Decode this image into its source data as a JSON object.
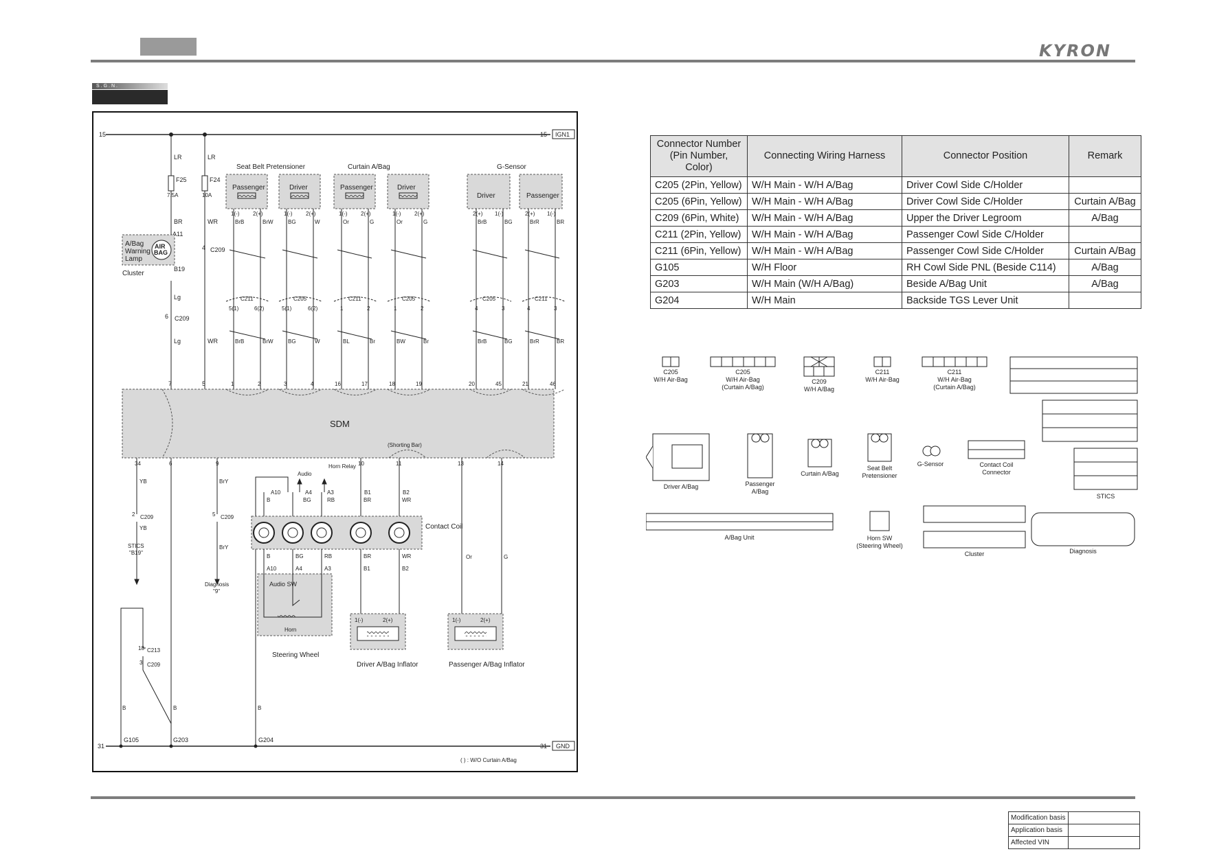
{
  "header": {
    "brand": "KYRON",
    "section_tag": "S.G.N."
  },
  "diagram": {
    "wire_15": "15",
    "ign_label": "IGN1",
    "wire_31": "31",
    "gnd_label": "GND",
    "fuses": [
      {
        "name": "F25",
        "rating": "7.5A"
      },
      {
        "name": "F24",
        "rating": "10A"
      }
    ],
    "group_labels": {
      "pretensioner": "Seat Belt Pretensioner",
      "curtain": "Curtain A/Bag",
      "gsensor": "G-Sensor"
    },
    "components": [
      "Passenger",
      "Driver",
      "Passenger",
      "Driver",
      "Driver",
      "Passenger"
    ],
    "warning_lamp": "A/Bag Warning Lamp",
    "airbag_icon": "AIR BAG",
    "cluster": "Cluster",
    "sdm": "SDM",
    "shorting_bar": "(Shorting Bar)",
    "stics": "STICS",
    "stics_pin": "\"B19\"",
    "diagnosis": "Diagnosis",
    "diagnosis_pin": "\"9\"",
    "audio": "Audio",
    "horn_relay": "Horn Relay",
    "contact_coil": "Contact Coil",
    "audio_sw": "Audio SW",
    "horn": "Horn",
    "steering_wheel": "Steering Wheel",
    "driver_inflator": "Driver A/Bag Inflator",
    "passenger_inflator": "Passenger A/Bag Inflator",
    "grounds": [
      "G105",
      "G203",
      "G204"
    ],
    "footnote": "( ) : W/O Curtain A/Bag",
    "connectors": [
      "C211",
      "C205",
      "C211",
      "C205",
      "C205",
      "C211",
      "C209",
      "C213"
    ]
  },
  "connector_table": {
    "headers": [
      "Connector Number (Pin Number, Color)",
      "Connecting Wiring Harness",
      "Connector Position",
      "Remark"
    ],
    "rows": [
      [
        "C205 (2Pin, Yellow)",
        "W/H Main - W/H A/Bag",
        "Driver Cowl Side C/Holder",
        ""
      ],
      [
        "C205 (6Pin, Yellow)",
        "W/H Main - W/H A/Bag",
        "Driver Cowl Side C/Holder",
        "Curtain A/Bag"
      ],
      [
        "C209 (6Pin, White)",
        "W/H Main - W/H A/Bag",
        "Upper the Driver Legroom",
        "A/Bag"
      ],
      [
        "C211 (2Pin, Yellow)",
        "W/H Main - W/H A/Bag",
        "Passenger Cowl Side C/Holder",
        ""
      ],
      [
        "C211 (6Pin, Yellow)",
        "W/H Main - W/H A/Bag",
        "Passenger Cowl Side C/Holder",
        "Curtain A/Bag"
      ],
      [
        "G105",
        "W/H Floor",
        "RH Cowl Side PNL (Beside C114)",
        "A/Bag"
      ],
      [
        "G203",
        "W/H Main (W/H A/Bag)",
        "Beside A/Bag Unit",
        "A/Bag"
      ],
      [
        "G204",
        "W/H Main",
        "Backside TGS Lever Unit",
        ""
      ]
    ]
  },
  "connector_views": {
    "c205": [
      "C205",
      "W/H Air-Bag"
    ],
    "c205_6": [
      "C205",
      "W/H Air-Bag",
      "(Curtain A/Bag)"
    ],
    "c209": [
      "C209",
      "W/H A/Bag"
    ],
    "c211": [
      "C211",
      "W/H Air-Bag"
    ],
    "c211_6": [
      "C211",
      "W/H Air-Bag",
      "(Curtain A/Bag)"
    ],
    "driver_abag": "Driver A/Bag",
    "passenger_abag": [
      "Passenger",
      "A/Bag"
    ],
    "curtain_abag": "Curtain A/Bag",
    "seat_belt": [
      "Seat Belt",
      "Pretensioner"
    ],
    "g_sensor": "G-Sensor",
    "contact_coil": [
      "Contact Coil",
      "Connector"
    ],
    "stics": "STICS",
    "abag_unit": "A/Bag Unit",
    "horn_sw": [
      "Horn SW",
      "(Steering Wheel)"
    ],
    "cluster": "Cluster",
    "diagnosis": "Diagnosis"
  },
  "modification": {
    "rows": [
      "Modification basis",
      "Application basis",
      "Affected VIN"
    ]
  },
  "colors": {
    "component_fill": "#d9d9d9",
    "rule": "#7d7d7d",
    "header_fill": "#e2e2e2"
  }
}
